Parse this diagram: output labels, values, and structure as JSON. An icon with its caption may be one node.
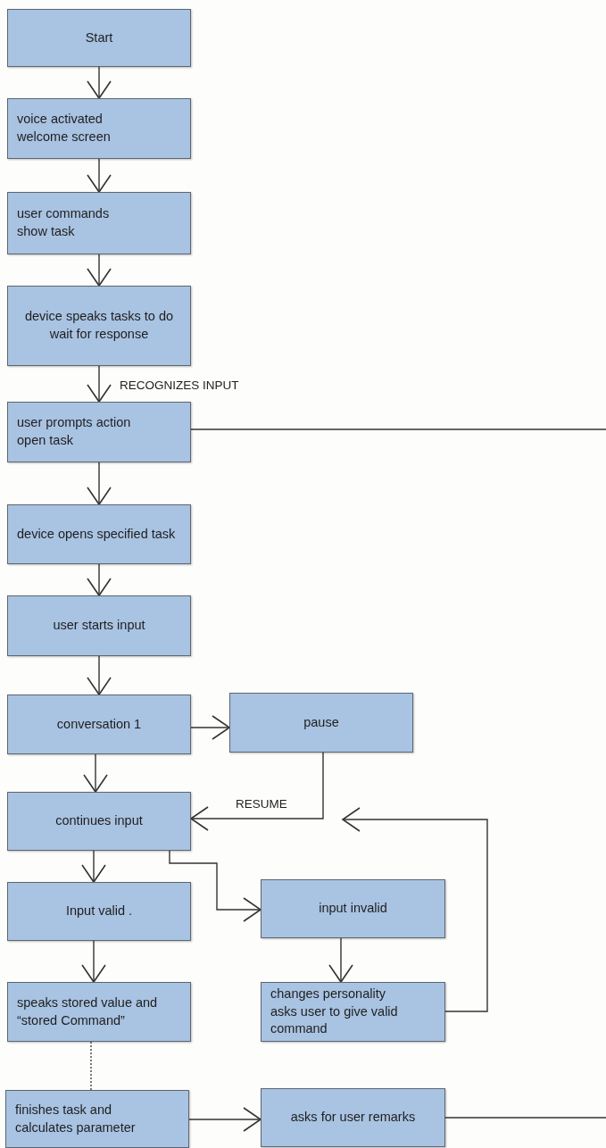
{
  "diagram": {
    "nodes": [
      {
        "text": [
          "Start"
        ]
      },
      {
        "text": [
          "voice activated welcome screen"
        ]
      },
      {
        "text": [
          "user commands show task"
        ]
      },
      {
        "text": [
          "device speaks tasks to do wait for response"
        ]
      },
      {
        "text": [
          "user prompts action open task"
        ]
      },
      {
        "text": [
          "device opens specified task"
        ]
      },
      {
        "text": [
          "user starts input"
        ]
      },
      {
        "text": [
          "conversation 1"
        ]
      },
      {
        "text": [
          "pause"
        ]
      },
      {
        "text": [
          "continues input"
        ]
      },
      {
        "text": [
          "Input valid ."
        ]
      },
      {
        "text": [
          "input invalid"
        ]
      },
      {
        "text": [
          "speaks stored value and “stored Command”"
        ]
      },
      {
        "text": [
          "changes personality asks user to give valid command"
        ]
      },
      {
        "text": [
          "finishes task and calculates parameter"
        ]
      },
      {
        "text": [
          "asks for user remarks"
        ]
      }
    ],
    "edges": [
      {
        "from": 0,
        "to": 1,
        "arrow": "to"
      },
      {
        "from": 1,
        "to": 2,
        "arrow": "to"
      },
      {
        "from": 2,
        "to": 3,
        "arrow": "to"
      },
      {
        "from": 3,
        "to": 4,
        "arrow": "to",
        "label": "RECOGNIZES INPUT"
      },
      {
        "from": 4,
        "to": null,
        "arrow": "none"
      },
      {
        "from": 4,
        "to": 5,
        "arrow": "to"
      },
      {
        "from": 5,
        "to": 6,
        "arrow": "to"
      },
      {
        "from": 6,
        "to": 7,
        "arrow": "to"
      },
      {
        "from": 7,
        "to": 8,
        "arrow": "to"
      },
      {
        "from": 7,
        "to": 9,
        "arrow": "to"
      },
      {
        "from": 8,
        "to": 9,
        "arrow": "to",
        "label": "RESUME"
      },
      {
        "from": 9,
        "to": 10,
        "arrow": "to"
      },
      {
        "from": 9,
        "to": 11,
        "arrow": "to"
      },
      {
        "from": 11,
        "to": 13,
        "arrow": "to"
      },
      {
        "from": 13,
        "to": null,
        "arrow": "to"
      },
      {
        "from": 10,
        "to": 12,
        "arrow": "to"
      },
      {
        "from": 12,
        "to": 14,
        "arrow": "none",
        "style": "dashed"
      },
      {
        "from": 14,
        "to": 15,
        "arrow": "to"
      },
      {
        "from": 15,
        "to": null,
        "arrow": "none"
      }
    ]
  }
}
